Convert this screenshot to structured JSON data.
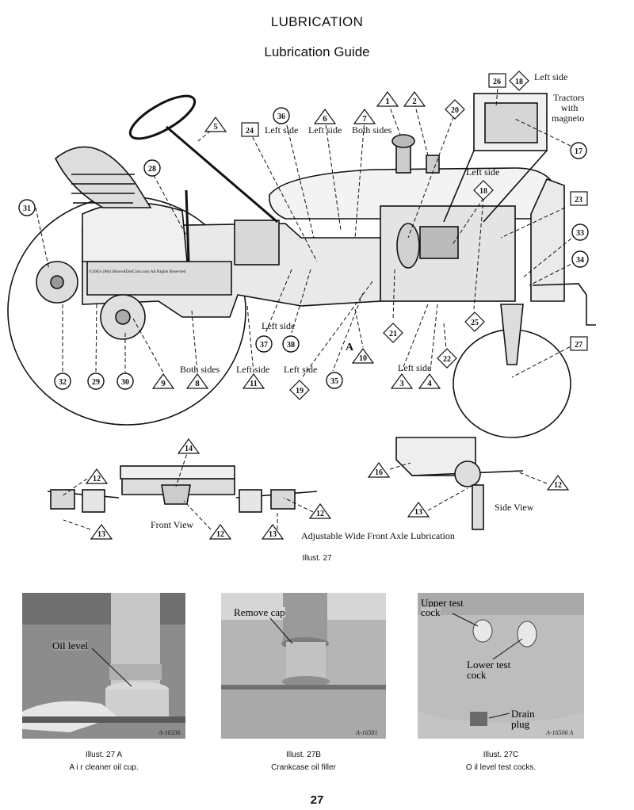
{
  "page": {
    "title": "LUBRICATION",
    "subtitle": "Lubrication Guide",
    "page_number": "27"
  },
  "diagram": {
    "illustration_caption": "Illust. 27",
    "labels": {
      "left_side": "Left side",
      "both_sides": "Both sides",
      "tractors_magneto": "Tractors",
      "tractors_magneto_2": "with",
      "tractors_magneto_3": "magneto",
      "front_view": "Front View",
      "side_view": "Side View",
      "axle_caption": "Adjustable Wide Front Axle Lubrication",
      "letter_a": "A",
      "copyright": "©2003-2004 IHaveADotCom.com All Rights Reserved"
    },
    "callouts": [
      {
        "id": "1",
        "shape": "triangle"
      },
      {
        "id": "2",
        "shape": "triangle"
      },
      {
        "id": "3",
        "shape": "triangle"
      },
      {
        "id": "4",
        "shape": "triangle"
      },
      {
        "id": "5",
        "shape": "triangle"
      },
      {
        "id": "6",
        "shape": "triangle"
      },
      {
        "id": "7",
        "shape": "triangle"
      },
      {
        "id": "8",
        "shape": "triangle"
      },
      {
        "id": "9",
        "shape": "triangle"
      },
      {
        "id": "10",
        "shape": "triangle"
      },
      {
        "id": "11",
        "shape": "triangle"
      },
      {
        "id": "12",
        "shape": "triangle"
      },
      {
        "id": "13",
        "shape": "triangle"
      },
      {
        "id": "14",
        "shape": "triangle"
      },
      {
        "id": "16",
        "shape": "triangle"
      },
      {
        "id": "5",
        "shape": "triangle"
      },
      {
        "id": "17",
        "shape": "circle"
      },
      {
        "id": "28",
        "shape": "circle"
      },
      {
        "id": "29",
        "shape": "circle"
      },
      {
        "id": "30",
        "shape": "circle"
      },
      {
        "id": "31",
        "shape": "circle"
      },
      {
        "id": "32",
        "shape": "circle"
      },
      {
        "id": "33",
        "shape": "circle"
      },
      {
        "id": "34",
        "shape": "circle"
      },
      {
        "id": "35",
        "shape": "circle"
      },
      {
        "id": "36",
        "shape": "circle"
      },
      {
        "id": "37",
        "shape": "circle"
      },
      {
        "id": "38",
        "shape": "circle"
      },
      {
        "id": "18",
        "shape": "diamond"
      },
      {
        "id": "19",
        "shape": "diamond"
      },
      {
        "id": "20",
        "shape": "diamond"
      },
      {
        "id": "21",
        "shape": "diamond"
      },
      {
        "id": "22",
        "shape": "diamond"
      },
      {
        "id": "25",
        "shape": "diamond"
      },
      {
        "id": "23",
        "shape": "square"
      },
      {
        "id": "24",
        "shape": "square"
      },
      {
        "id": "26",
        "shape": "square"
      },
      {
        "id": "27",
        "shape": "square"
      }
    ]
  },
  "photos": [
    {
      "labels": [
        "Oil level"
      ],
      "code": "A-16336",
      "caption_line1": "Illust. 27 A",
      "caption_line2": "A i r  cleaner  oil  cup."
    },
    {
      "labels": [
        "Remove cap"
      ],
      "code": "A-16581",
      "caption_line1": "Illust. 27B",
      "caption_line2": "Crankcase oil filler"
    },
    {
      "labels": [
        "Upper test",
        "cock",
        "Lower test",
        "cock",
        "Drain",
        "plug"
      ],
      "code": "A-16506 A",
      "caption_line1": "Illust. 27C",
      "caption_line2": "O il  level  test  cocks."
    }
  ]
}
